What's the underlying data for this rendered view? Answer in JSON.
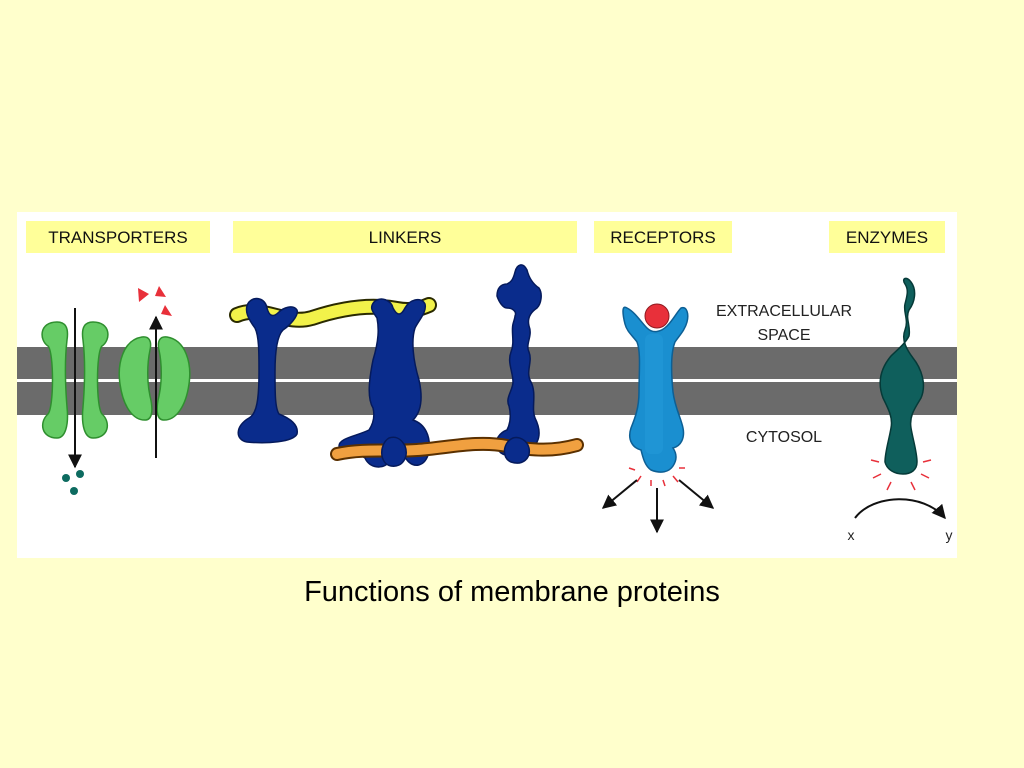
{
  "figure": {
    "headers": {
      "transporters": "TRANSPORTERS",
      "linkers": "LINKERS",
      "receptors": "RECEPTORS",
      "enzymes": "ENZYMES"
    },
    "regions": {
      "extracellular_line1": "EXTRACELLULAR",
      "extracellular_line2": "SPACE",
      "cytosol": "CYTOSOL"
    },
    "reaction": {
      "substrate": "x",
      "product": "y"
    }
  },
  "caption": "Functions of membrane proteins",
  "colors": {
    "page_background": "#ffffcc",
    "header_highlight": "#ffff99",
    "membrane": "#6b6b6b",
    "transporter": "#66cc66",
    "linker": "#0a2c8c",
    "linker_extracellular_fiber": "#f2f24a",
    "linker_cytosolic_fiber": "#f0a040",
    "receptor": "#1a8fd0",
    "ligand": "#e8303a",
    "enzyme": "#0f5f5c",
    "transported_solute": "#0d6b60",
    "incoming_solute": "#e8303a"
  }
}
